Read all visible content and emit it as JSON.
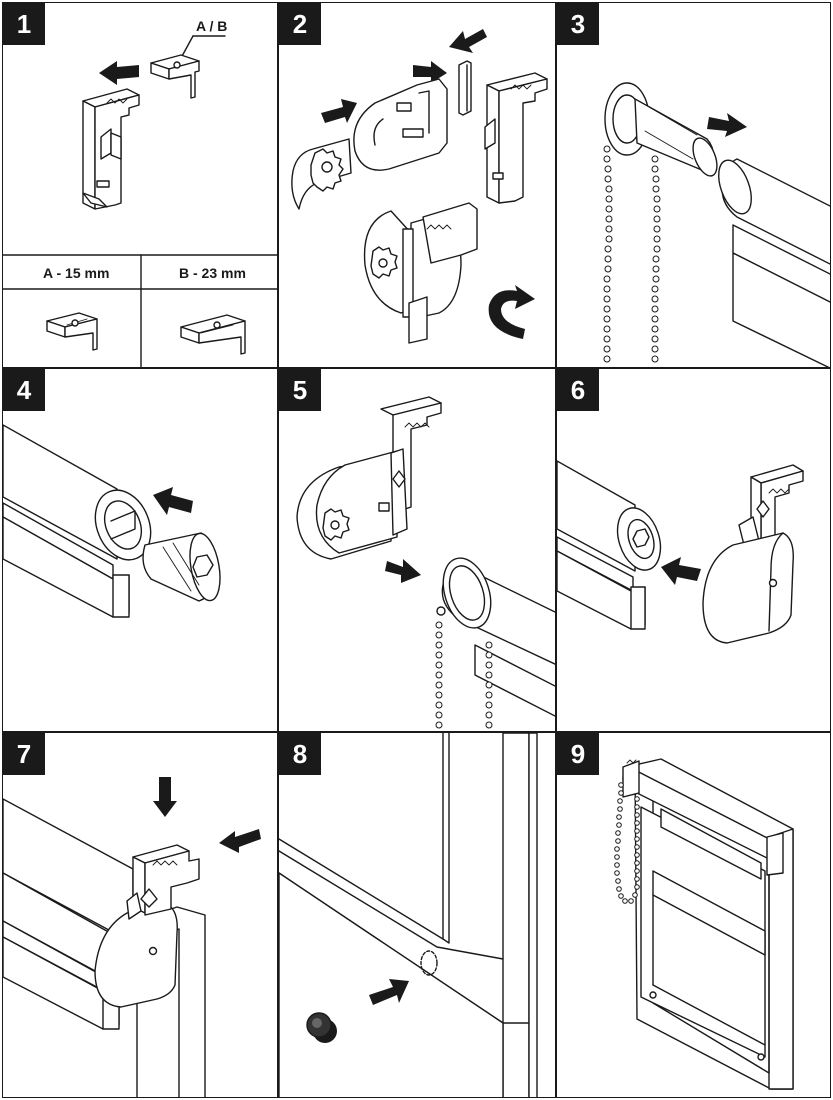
{
  "steps": [
    {
      "number": "1",
      "callout": "A / B",
      "size_a": "A - 15 mm",
      "size_b": "B - 23 mm"
    },
    {
      "number": "2"
    },
    {
      "number": "3"
    },
    {
      "number": "4"
    },
    {
      "number": "5"
    },
    {
      "number": "6"
    },
    {
      "number": "7"
    },
    {
      "number": "8"
    },
    {
      "number": "9"
    }
  ],
  "colors": {
    "ink": "#1a1a1a",
    "paper": "#ffffff"
  }
}
